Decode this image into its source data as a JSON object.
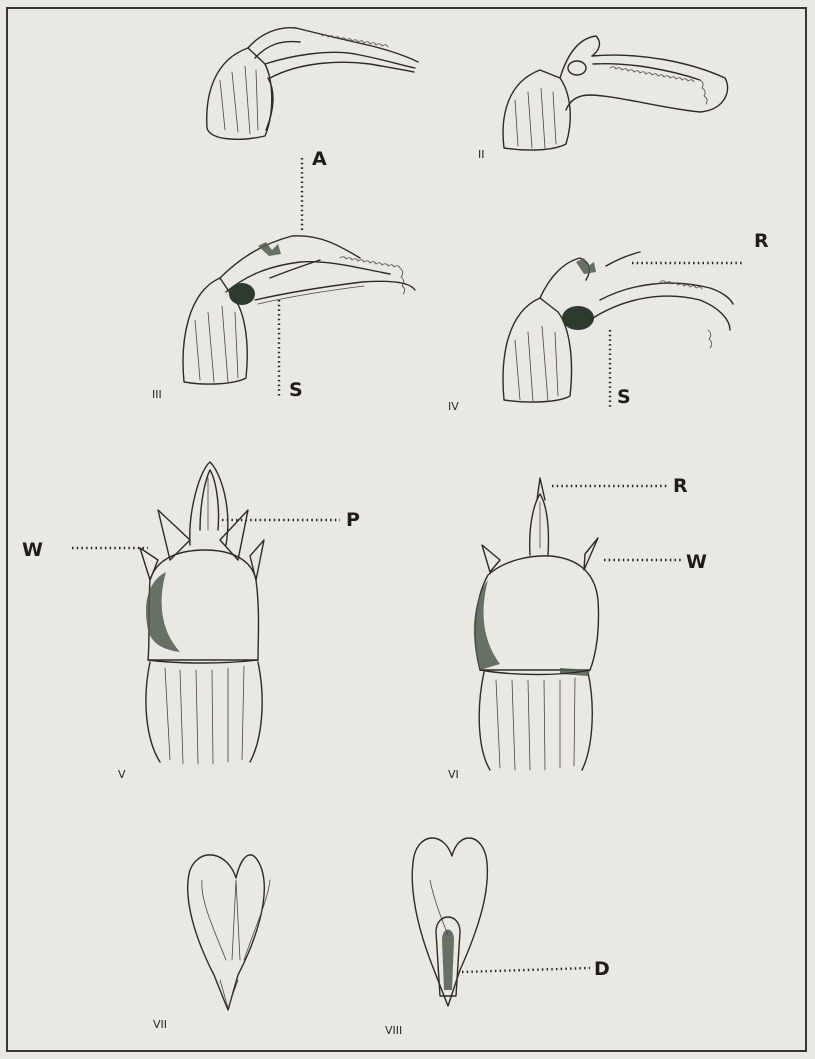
{
  "figures": {
    "fig1": {
      "numeral": ""
    },
    "fig2": {
      "numeral": "II"
    },
    "fig3": {
      "numeral": "III"
    },
    "fig4": {
      "numeral": "IV"
    },
    "fig5": {
      "numeral": "V"
    },
    "fig6": {
      "numeral": "VI"
    },
    "fig7": {
      "numeral": "VII"
    },
    "fig8": {
      "numeral": "VIII"
    }
  },
  "labels": {
    "fig3_top": "A",
    "fig3_bottom": "S",
    "fig4_top": "R",
    "fig4_bottom": "S",
    "fig5_left": "W",
    "fig5_right": "P",
    "fig6_top": "R",
    "fig6_right": "W",
    "fig8_right": "D"
  },
  "colors": {
    "paper": "#e9e8e3",
    "ink": "#2e2a26",
    "shading": "#4f5a4c"
  }
}
